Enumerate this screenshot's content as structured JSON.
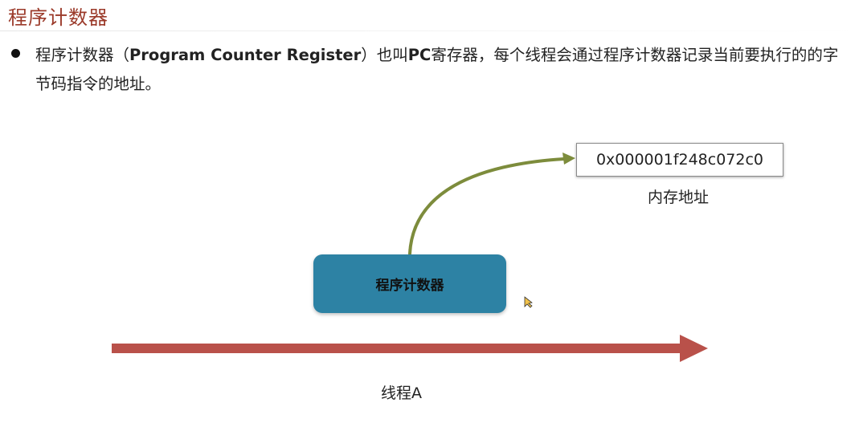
{
  "slide": {
    "title": "程序计数器",
    "bullet_text": {
      "part1": "程序计数器（",
      "bold1": "Program Counter Register",
      "part2": "）也叫",
      "bold2": "PC",
      "part3": "寄存器，每个线程会通过程序计数器记录当前要执行的的字节码指令的地址。"
    }
  },
  "diagram": {
    "pc_box_label": "程序计数器",
    "address_value": "0x000001f248c072c0",
    "address_caption": "内存地址",
    "thread_label": "线程A",
    "colors": {
      "title": "#9b3a2a",
      "pc_box": "#2d82a4",
      "curve_arrow": "#7d8c3c",
      "thread_arrow": "#b9514a"
    }
  }
}
